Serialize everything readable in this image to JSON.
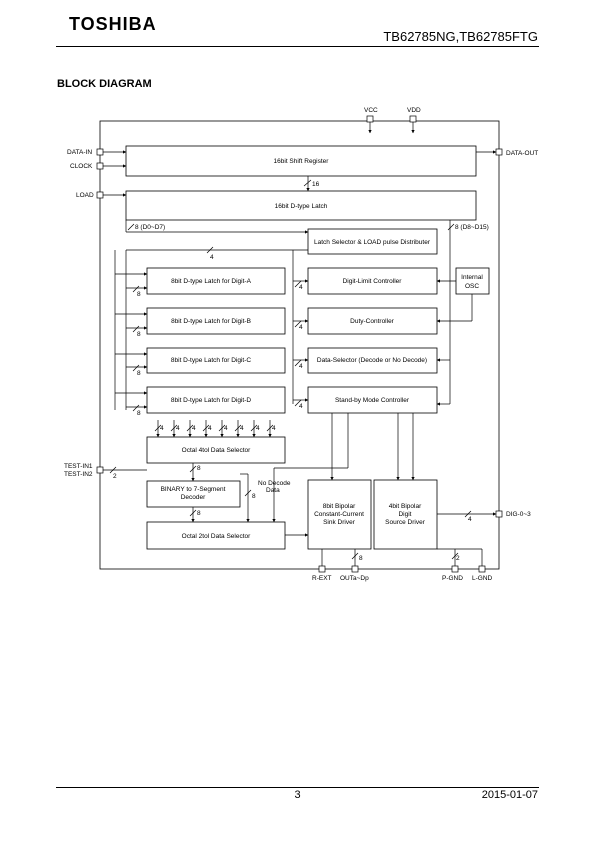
{
  "header": {
    "logo": "TOSHIBA",
    "part_numbers": "TB62785NG,TB62785FTG"
  },
  "section_title": "BLOCK DIAGRAM",
  "diagram": {
    "supplies": {
      "vcc": "VCC",
      "vdd": "VDD"
    },
    "pins_left": [
      "DATA-IN",
      "CLOCK",
      "LOAD",
      "TEST-IN1",
      "TEST-IN2"
    ],
    "pins_right": [
      "DATA-OUT",
      "DIG-0~3"
    ],
    "pins_bottom": [
      "R-EXT",
      "OUTa~Dp",
      "P-GND",
      "L-GND"
    ],
    "blocks": {
      "shift_register": "16bit Shift Register",
      "dtype_latch": "16bit D-type Latch",
      "latch_selector": "Latch Selector & LOAD pulse Distributer",
      "latch_a": "8bit D-type Latch for Digit-A",
      "latch_b": "8bit D-type Latch for Digit-B",
      "latch_c": "8bit D-type Latch for Digit-C",
      "latch_d": "8bit D-type Latch for Digit-D",
      "digit_limit": "Digit-Limit Controller",
      "duty": "Duty-Controller",
      "data_selector": "Data-Selector (Decode or No Decode)",
      "standby": "Stand-by Mode Controller",
      "osc_line1": "Internal",
      "osc_line2": "OSC",
      "octal_4tol": "Octal 4tol Data Selector",
      "binary_line1": "BINARY to 7-Segment",
      "binary_line2": "Decoder",
      "octal_2tol": "Octal 2tol Data Selector",
      "sink_line1": "8bit Bipolar",
      "sink_line2": "Constant-Current",
      "sink_line3": "Sink Driver",
      "source_line1": "4bit Bipolar",
      "source_line2": "Digit",
      "source_line3": "Source Driver"
    },
    "labels": {
      "bus16": "16",
      "d0_d7": "8 (D0~D7)",
      "d8_d15": "8 (D8~D15)",
      "four": "4",
      "eight": "8",
      "two": "2",
      "no_decode_line1": "No Decode",
      "no_decode_line2": "Data"
    }
  },
  "footer": {
    "page": "3",
    "date": "2015-01-07"
  }
}
